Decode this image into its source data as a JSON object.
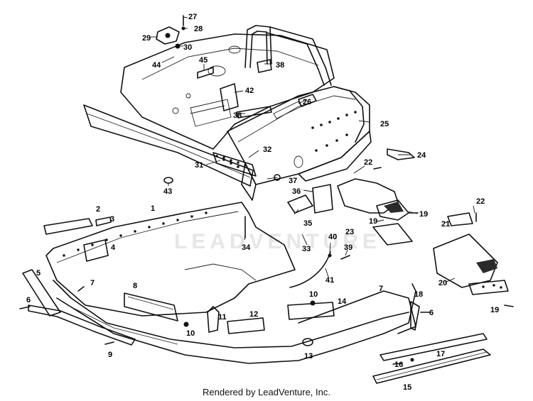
{
  "watermark": "LEADVENTURE",
  "footer": "Rendered by LeadVenture, Inc.",
  "callouts": [
    "1",
    "2",
    "3",
    "4",
    "5",
    "6",
    "6",
    "7",
    "7",
    "8",
    "9",
    "10",
    "10",
    "11",
    "12",
    "13",
    "14",
    "15",
    "16",
    "17",
    "18",
    "19",
    "19",
    "19",
    "20",
    "21",
    "22",
    "22",
    "23",
    "24",
    "25",
    "26",
    "27",
    "28",
    "29",
    "30",
    "31",
    "32",
    "33",
    "34",
    "35",
    "36",
    "37",
    "38",
    "38",
    "39",
    "40",
    "41",
    "42",
    "43",
    "44",
    "45"
  ]
}
